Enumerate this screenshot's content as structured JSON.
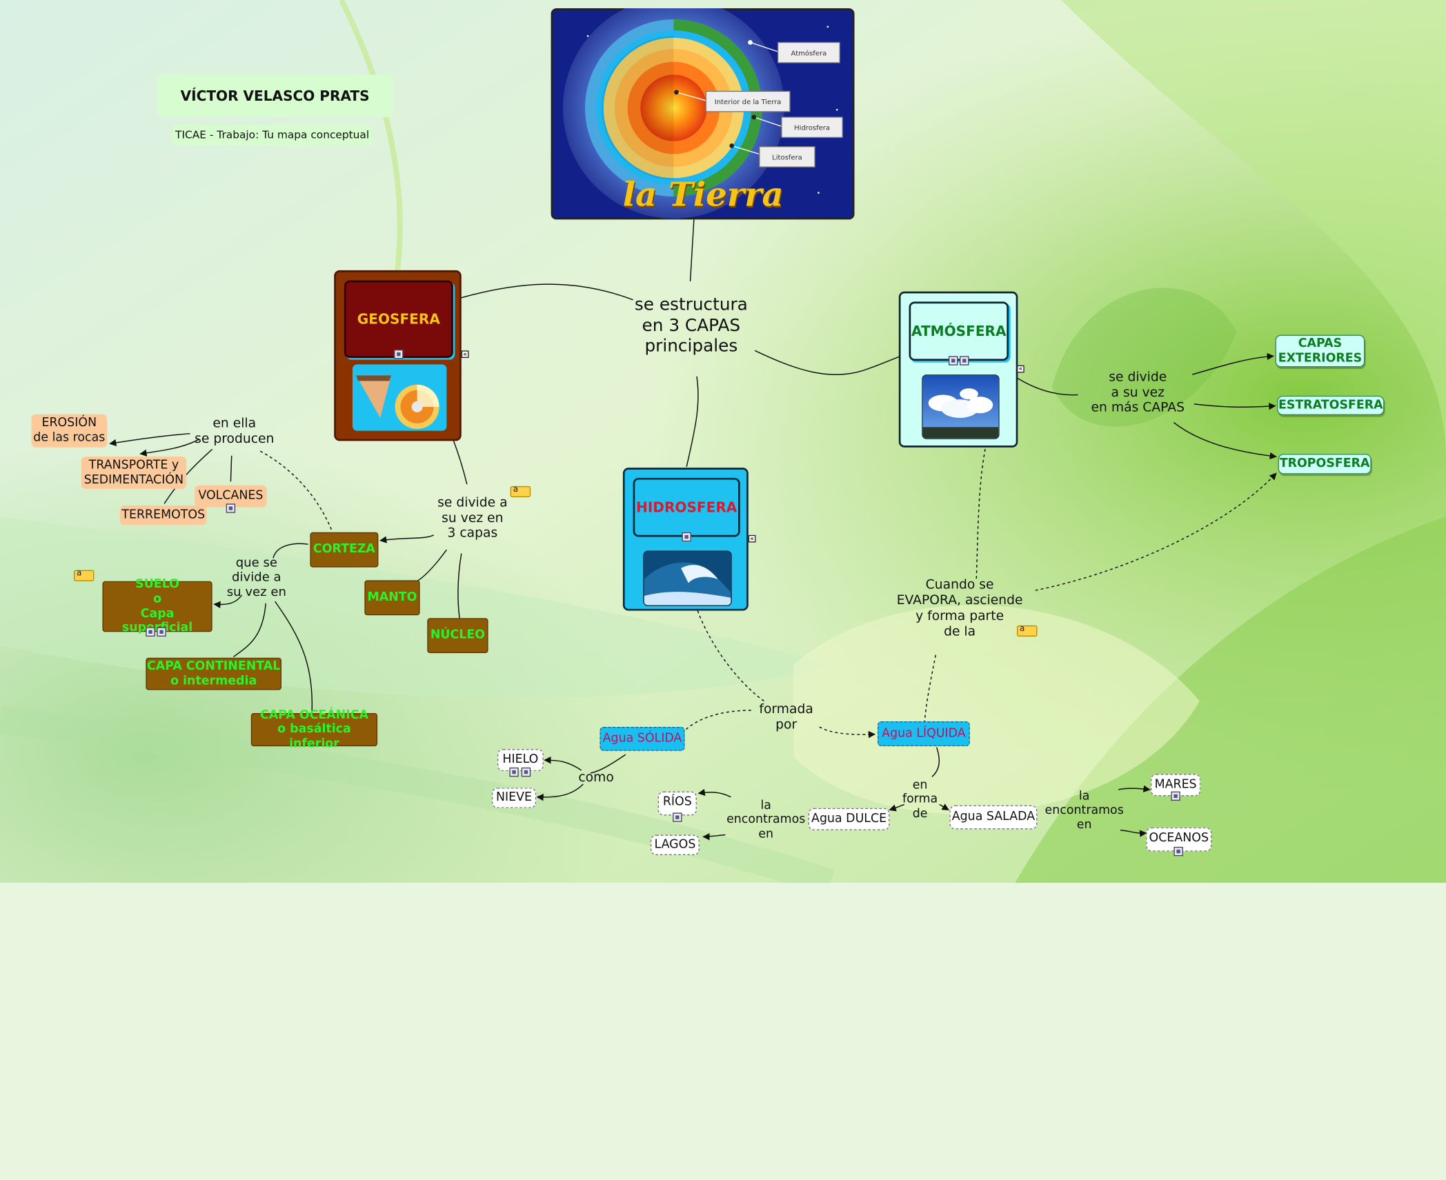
{
  "author": {
    "name": "VÍCTOR VELASCO PRATS",
    "subtitle": "TICAE - Trabajo: Tu mapa conceptual"
  },
  "earth_image": {
    "title": "la Tierra",
    "labels": [
      "Atmósfera",
      "Interior de la Tierra",
      "Hidrosfera",
      "Litosfera"
    ]
  },
  "center": {
    "text": "se estructura\nen 3 CAPAS\nprincipales"
  },
  "geosfera": {
    "title": "GEOSFERA",
    "divide_label": "se divide a\nsu vez en\n3 capas",
    "layers": [
      "CORTEZA",
      "MANTO",
      "NÚCLEO"
    ],
    "produce_label": "en ella\nse producen",
    "phenomena": [
      "EROSIÓN\nde las rocas",
      "TRANSPORTE y\nSEDIMENTACIÓN",
      "VOLCANES",
      "TERREMOTOS"
    ],
    "corteza_label": "que se\ndivide a\nsu vez en",
    "corteza_parts": [
      "SUELO\no\nCapa superficial",
      "CAPA CONTINENTAL\no intermedia",
      "CAPA OCEÁNICA\no basáltica inferior"
    ]
  },
  "hidrosfera": {
    "title": "HIDROSFERA",
    "formada_label": "formada\npor",
    "solida": "Agua SÓLIDA",
    "liquida": "Agua LÍQUIDA",
    "como_label": "como",
    "solida_items": [
      "HIELO",
      "NIEVE"
    ],
    "forma_label": "en\nforma\nde",
    "dulce": "Agua DULCE",
    "salada": "Agua SALADA",
    "encontramos_label": "la\nencontramos\nen",
    "dulce_items": [
      "RÍOS",
      "LAGOS"
    ],
    "salada_items": [
      "MARES",
      "OCEANOS"
    ]
  },
  "atmosfera": {
    "title": "ATMÓSFERA",
    "divide_label": "se divide\na su vez\nen más CAPAS",
    "layers": [
      "CAPAS\nEXTERIORES",
      "ESTRATOSFERA",
      "TROPOSFERA"
    ],
    "evapora_label": "Cuando se\nEVAPORA, asciende\ny forma parte\nde la"
  },
  "colors": {
    "geosfera_card": "#8a3200",
    "geosfera_title": "#7a0a0a",
    "geosfera_text": "#f4c21a",
    "cyan": "#1fc1f0",
    "hidrosfera_text": "#d81a30",
    "atmosfera_text": "#0c7c22",
    "olive": "#8d5a06",
    "olive_text": "#2bf32b"
  }
}
